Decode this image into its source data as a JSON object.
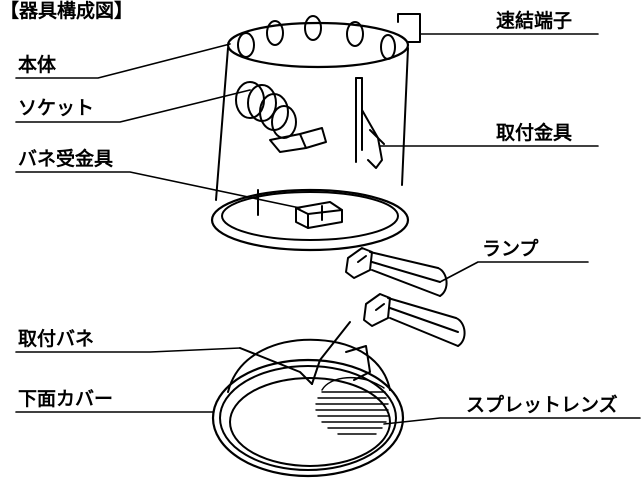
{
  "title": "【器具構成図】",
  "labels": {
    "honntai": "本体",
    "socket": "ソケット",
    "bane_uke": "バネ受金具",
    "toritsuke_bane": "取付バネ",
    "kamen_cover": "下面カバー",
    "renketsu_tanshi": "速結端子",
    "toritsuke_kanagu": "取付金具",
    "lamp": "ランプ",
    "split_lens": "スプレットレンズ"
  }
}
